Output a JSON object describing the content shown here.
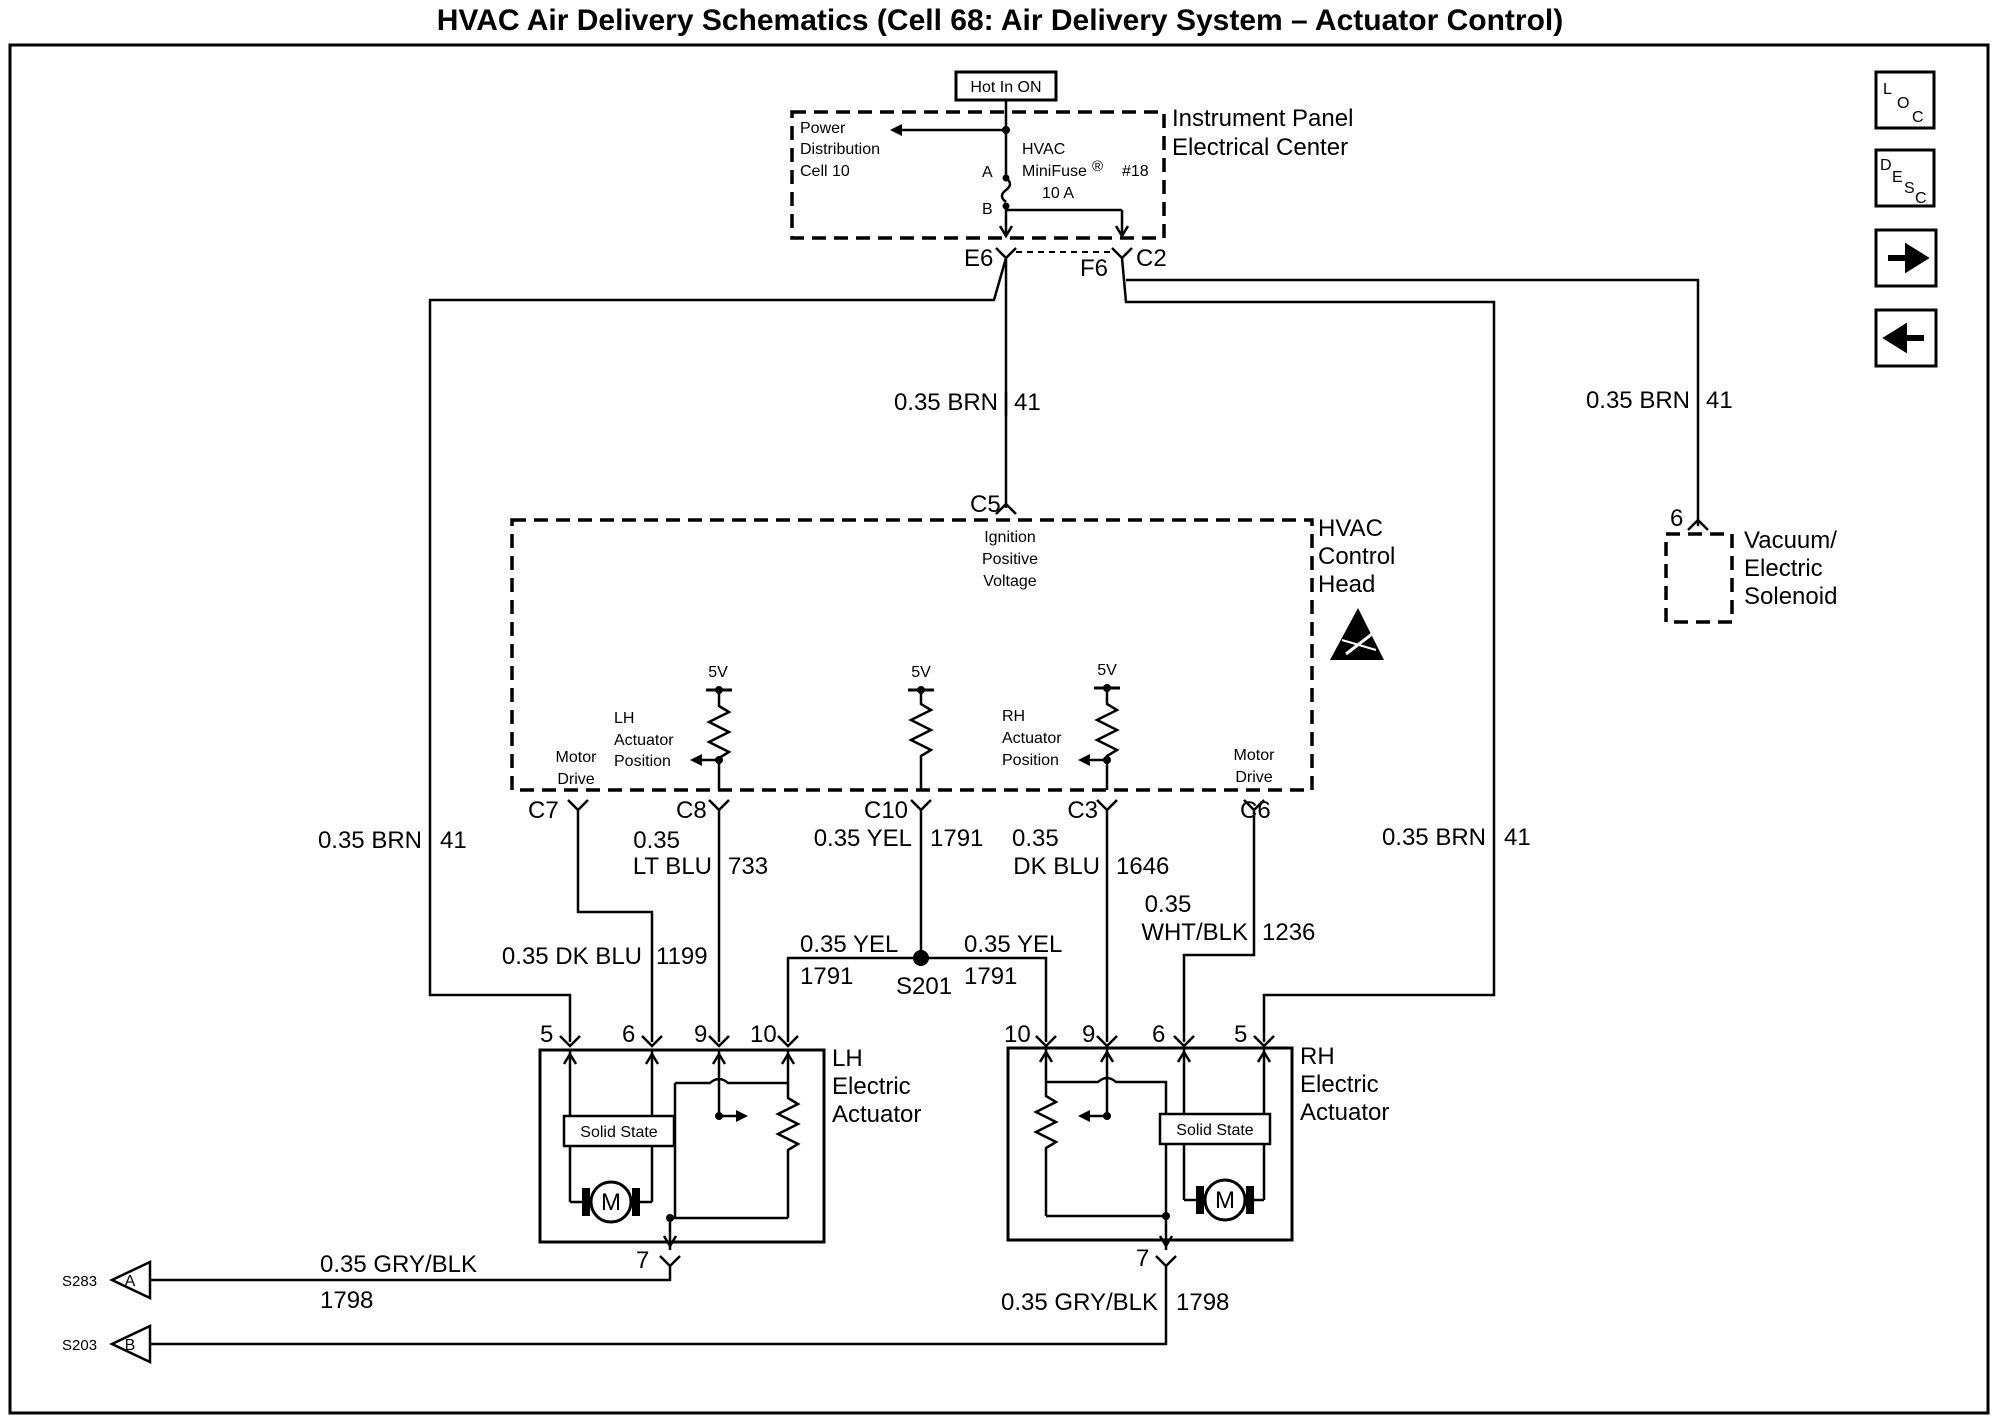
{
  "title": "HVAC Air Delivery Schematics (Cell 68: Air Delivery System – Actuator Control)",
  "nav_buttons": {
    "loc": [
      "L",
      "O",
      "C"
    ],
    "desc": [
      "D",
      "E",
      "S",
      "C"
    ],
    "next": "→",
    "prev": "←"
  },
  "ipec": {
    "hot_label": "Hot In ON",
    "name": [
      "Instrument Panel",
      "Electrical Center"
    ],
    "power_dist": [
      "Power",
      "Distribution",
      "Cell 10"
    ],
    "fuse": [
      "HVAC",
      "MiniFuse",
      "®",
      "#18",
      "10 A"
    ],
    "terminal_a": "A",
    "terminal_b": "B",
    "conn_e6": "E6",
    "conn_f6": "F6",
    "conn_c2": "C2"
  },
  "wires": {
    "center_brn": [
      "0.35 BRN",
      "41"
    ],
    "right_brn": [
      "0.35 BRN",
      "41"
    ],
    "left_brn": [
      "0.35 BRN",
      "41"
    ],
    "far_right_brn": [
      "0.35 BRN",
      "41"
    ],
    "c8": [
      "0.35",
      "LT BLU",
      "733"
    ],
    "c10": [
      "0.35 YEL",
      "1791"
    ],
    "c3": [
      "0.35",
      "DK BLU",
      "1646"
    ],
    "c6": [
      "0.35",
      "WHT/BLK",
      "1236"
    ],
    "c7": [
      "0.35 DK BLU",
      "1199"
    ],
    "yel_left": [
      "0.35 YEL",
      "1791"
    ],
    "yel_right": [
      "0.35 YEL",
      "1791"
    ],
    "splice": "S201",
    "gnd_left": [
      "0.35 GRY/BLK",
      "1798"
    ],
    "gnd_right": [
      "0.35 GRY/BLK",
      "1798"
    ]
  },
  "control_head": {
    "name": [
      "HVAC",
      "Control",
      "Head"
    ],
    "conn_c5": "C5",
    "ignition": [
      "Ignition",
      "Positive",
      "Voltage"
    ],
    "v5": "5V",
    "lh_pos": [
      "LH",
      "Actuator",
      "Position"
    ],
    "rh_pos": [
      "RH",
      "Actuator",
      "Position"
    ],
    "motor_drive": [
      "Motor",
      "Drive"
    ],
    "pins": [
      "C7",
      "C8",
      "C10",
      "C3",
      "C6"
    ]
  },
  "solenoid": {
    "name": [
      "Vacuum/",
      "Electric",
      "Solenoid"
    ],
    "pin": "6"
  },
  "lh_actuator": {
    "name": [
      "LH",
      "Electric",
      "Actuator"
    ],
    "pins": [
      "5",
      "6",
      "9",
      "10",
      "7"
    ],
    "solid_state": "Solid State",
    "motor": "M"
  },
  "rh_actuator": {
    "name": [
      "RH",
      "Electric",
      "Actuator"
    ],
    "pins": [
      "10",
      "9",
      "6",
      "5",
      "7"
    ],
    "solid_state": "Solid State",
    "motor": "M"
  },
  "ground_refs": [
    {
      "splice": "S283",
      "letter": "A"
    },
    {
      "splice": "S203",
      "letter": "B"
    }
  ]
}
